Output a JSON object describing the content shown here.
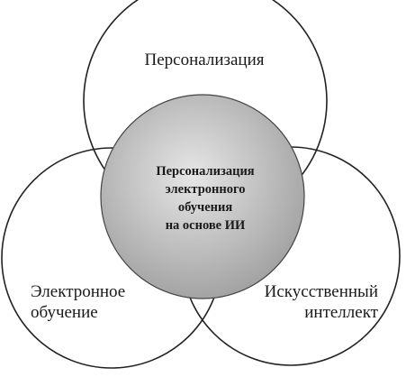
{
  "diagram": {
    "circles": {
      "top": {
        "label": "Персонализация"
      },
      "left": {
        "label": "Электронное\nобучение"
      },
      "right": {
        "label": "Искусственный\nинтеллект"
      },
      "center": {
        "label": "Персонализация\nэлектронного\nобучения\nна основе ИИ"
      }
    },
    "colors": {
      "outline": "#222222",
      "center_fill_light": "#e6e6e6",
      "center_fill_dark": "#9e9e9e"
    }
  }
}
